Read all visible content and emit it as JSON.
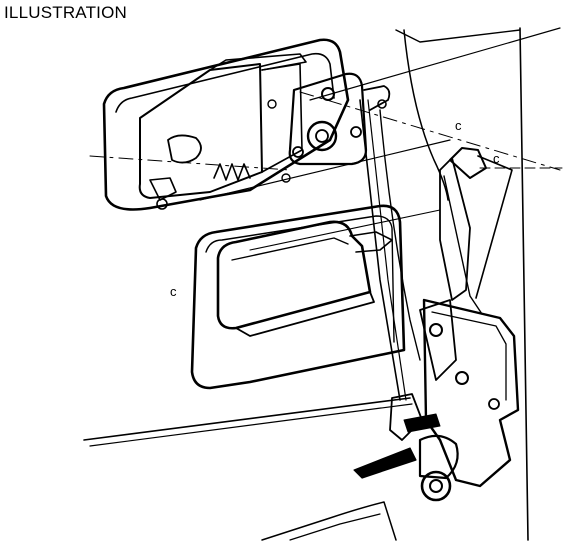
{
  "heading": "ILLUSTRATION",
  "diagram": {
    "callout_marks": [
      "c",
      "c",
      "c"
    ]
  },
  "colors": {
    "ink": "#000000",
    "paper": "#ffffff"
  }
}
